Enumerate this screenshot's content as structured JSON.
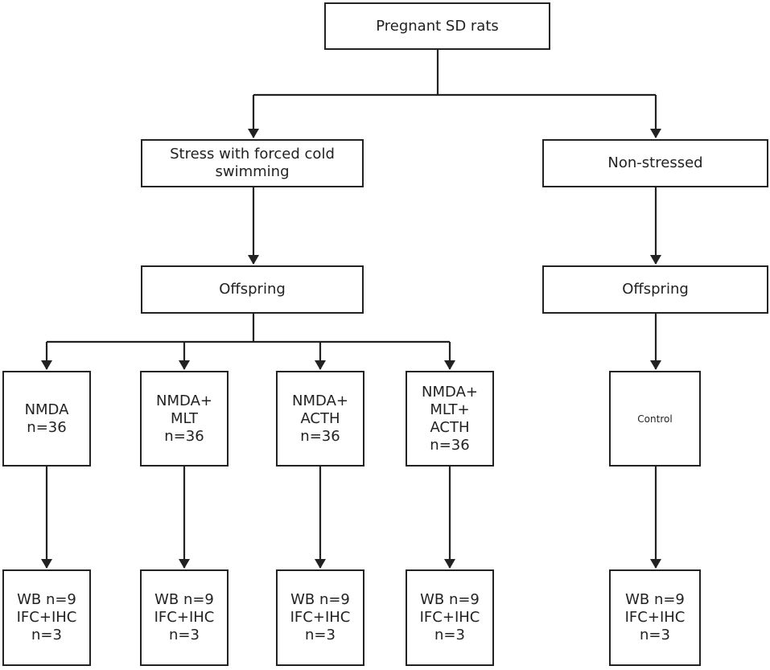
{
  "nodes": {
    "root": "Pregnant SD rats",
    "stress": "Stress with forced cold\nswimming",
    "nonstress": "Non-stressed",
    "offspring_stress": "Offspring",
    "offspring_control": "Offspring",
    "nmda": "NMDA\nn=36",
    "nmda_mlt": "NMDA+\nMLT\nn=36",
    "nmda_acth": "NMDA+\nACTH\nn=36",
    "nmda_mlt_acth": "NMDA+\nMLT+\nACTH\nn=36",
    "control": "Control",
    "wb_nmda": "WB  n=9\nIFC+IHC\nn=3",
    "wb_nmda_mlt": "WB  n=9\nIFC+IHC\nn=3",
    "wb_nmda_acth": "WB  n=9\nIFC+IHC\nn=3",
    "wb_nmda_mlt_acth": "WB  n=9\nIFC+IHC\nn=3",
    "wb_control": "WB  n=9\nIFC+IHC\nn=3"
  },
  "colors": {
    "line": "#222222",
    "background": "#ffffff"
  }
}
